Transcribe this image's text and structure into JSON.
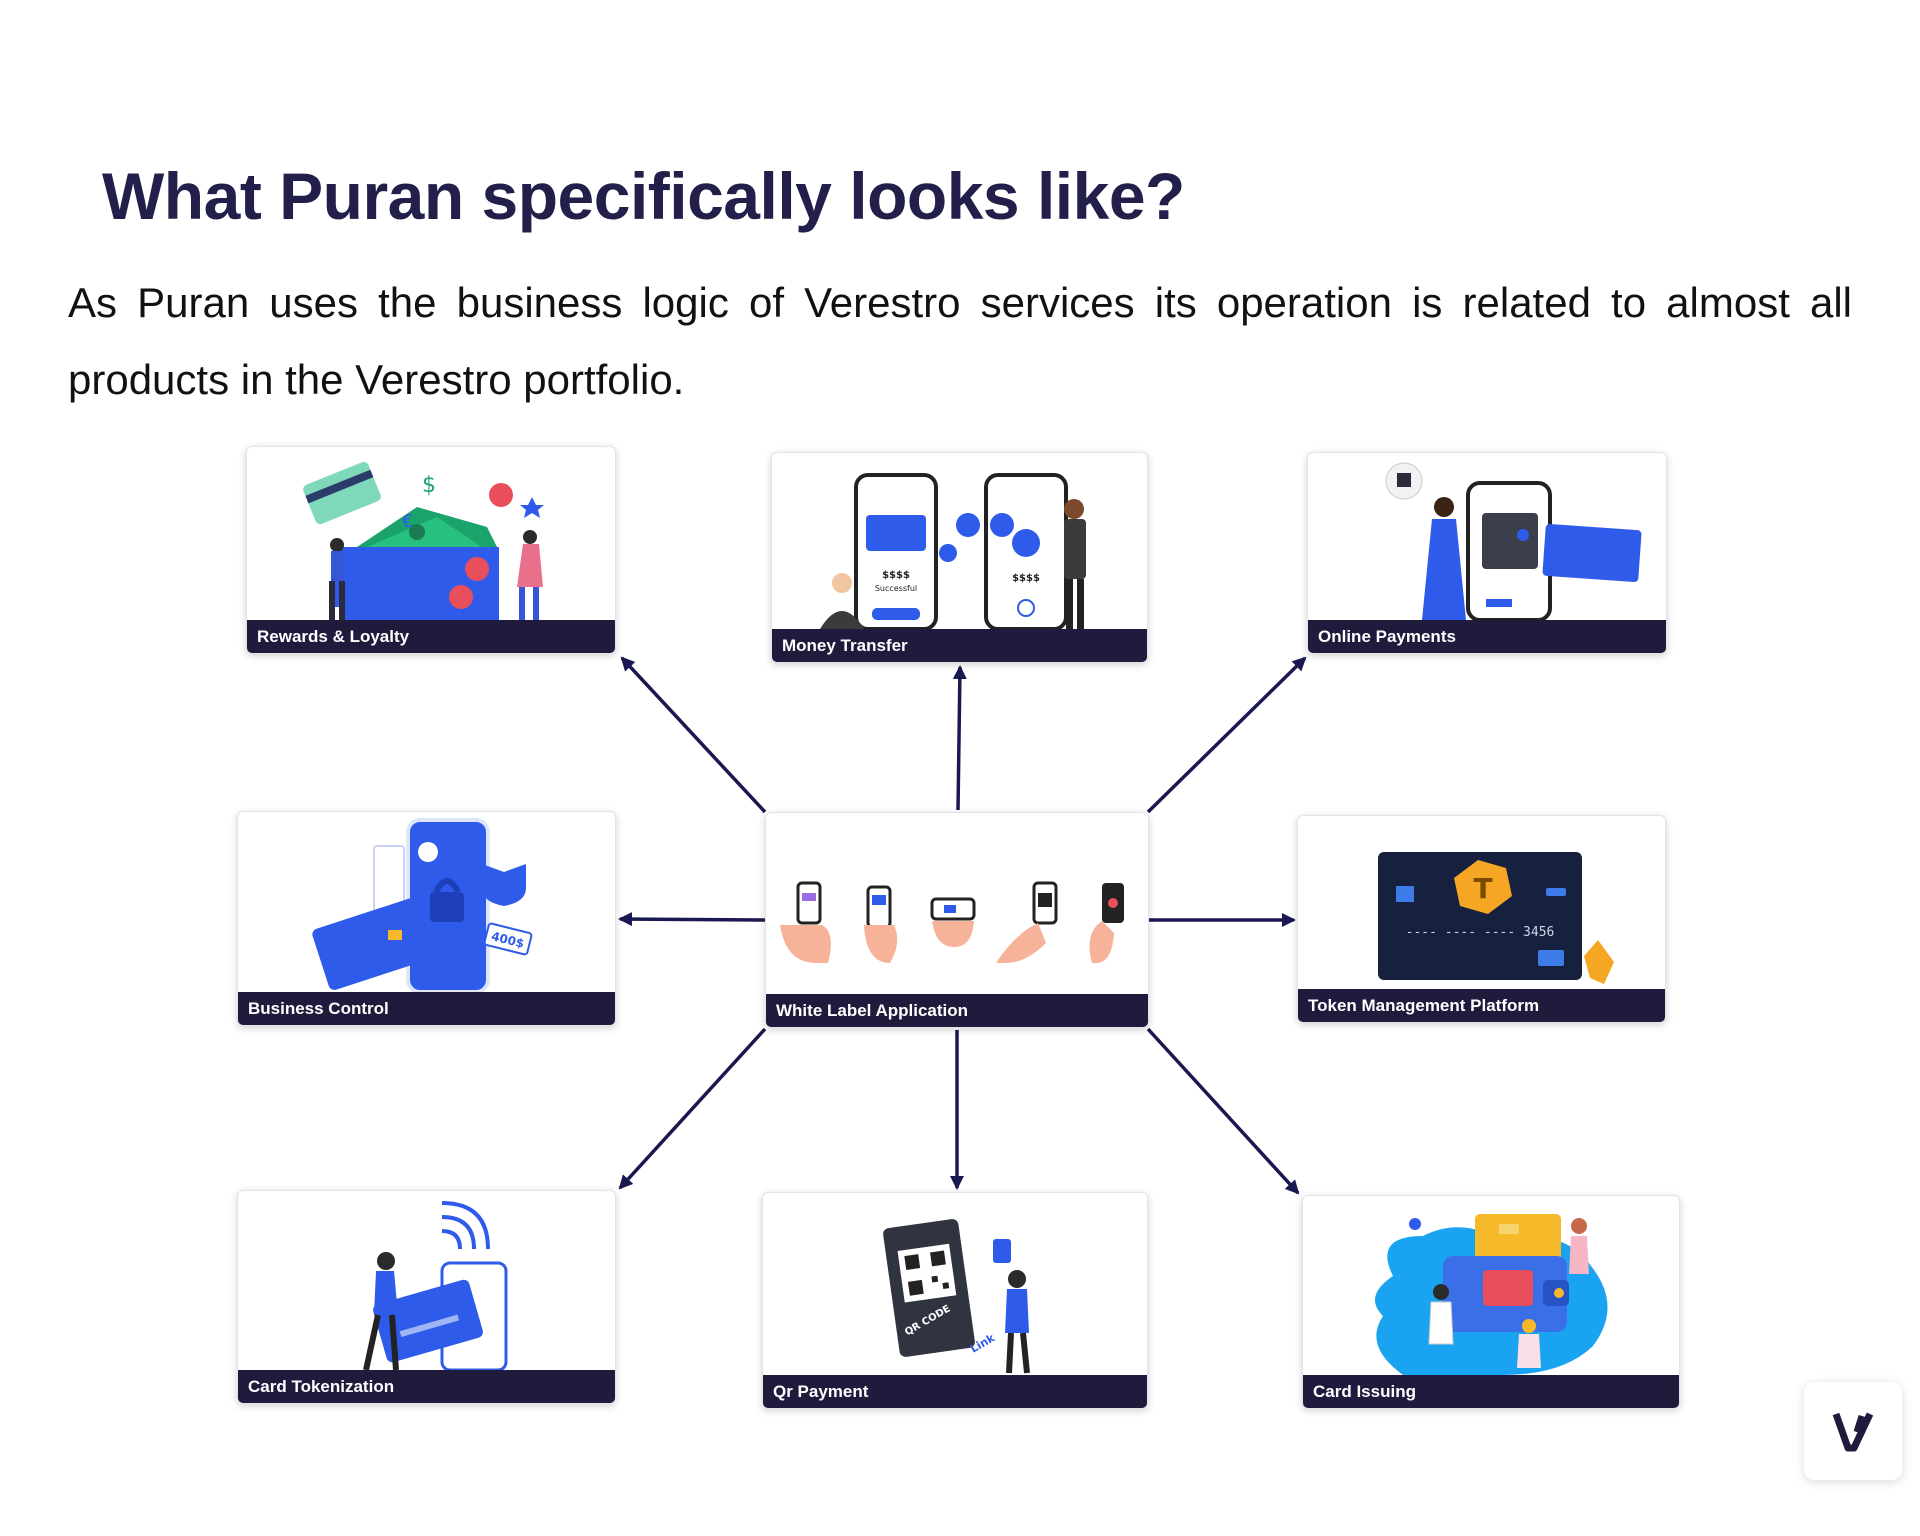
{
  "heading": "What Puran specifically looks like?",
  "intro": "As Puran uses the business logic of Verestro services its operation is related to almost all products in the Verestro portfolio.",
  "diagram": {
    "center": "White Label Application",
    "products": [
      "Rewards & Loyalty",
      "Money Transfer",
      "Online Payments",
      "Business Control",
      "Token Management Platform",
      "Card Tokenization",
      "Qr Payment",
      "Card Issuing"
    ],
    "token_card": {
      "badge": "T",
      "number": "---- ---- ---- 3456"
    },
    "qr_card": {
      "caption": "QR CODE",
      "link": "Link"
    },
    "transfer_card": {
      "amount": "$$$$",
      "status": "Successful"
    },
    "control_card": {
      "amount": "400$"
    }
  },
  "colors": {
    "heading": "#221f4a",
    "label_bar": "#1e1b3d",
    "arrow": "#1a1850",
    "accent_blue": "#2f5bea",
    "accent_yellow": "#f5b92a"
  },
  "icons": [
    "verestro-logo-icon"
  ]
}
